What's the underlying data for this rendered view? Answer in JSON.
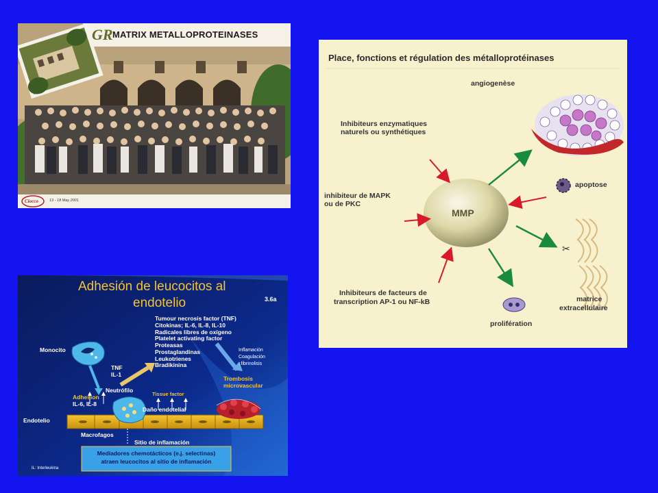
{
  "photo": {
    "brand_letters": "GR",
    "title": "MATRIX METALLOPROTEINASES",
    "logo_text": "Ciocco",
    "date": "13 - 18 May 2001"
  },
  "mmp": {
    "title": "Place, fonctions et régulation des métalloprotéinases",
    "center": "MMP",
    "angiogenese": "angiogenèse",
    "inhib_enz_1": "Inhibiteurs enzymatiques",
    "inhib_enz_2": "naturels ou synthétiques",
    "apoptose": "apoptose",
    "mapk_1": "inhibiteur de MAPK",
    "mapk_2": "ou de PKC",
    "matrice_1": "matrice",
    "matrice_2": "extracellulaire",
    "facteurs_1": "Inhibiteurs de facteurs de",
    "facteurs_2": "transcription AP-1 ou NF-kB",
    "proliferation": "prolifération"
  },
  "leuko": {
    "title_1": "Adhesión de leucocitos al",
    "title_2": "endotelio",
    "fig_no": "3.6a",
    "mediators": [
      "Tumour necrosis factor (TNF)",
      "Citokinas; IL-6, IL-8, IL-10",
      "Radicales libres de oxígeno",
      "Platelet activating factor",
      "Proteasas",
      "Prostaglandinas",
      "Leukotrienes",
      "Bradikinina"
    ],
    "inflam_1": "Inflamación",
    "inflam_2": "Coagulación",
    "inflam_3": "↓fibrinolisis",
    "monocito": "Monocito",
    "tnf_1": "TNF",
    "tnf_2": "IL-1",
    "trombosis_1": "Trombosis",
    "trombosis_2": "microvascular",
    "neutrofilo": "Neutrófilo",
    "adhesion_1": "Adhesion",
    "adhesion_2": "IL-6, IL-8",
    "tissue": "Tissue factor",
    "dano": "Daño endotelial",
    "endotelio": "Endotelio",
    "macrofagos": "Macrofagos",
    "sitio": "Sitio de inflamación",
    "box_1": "Mediadores chemotácticos (e.j. selectinas)",
    "box_2": "atraen leucocitos al sitio de inflamación",
    "footnote": "IL: Interleukina"
  }
}
